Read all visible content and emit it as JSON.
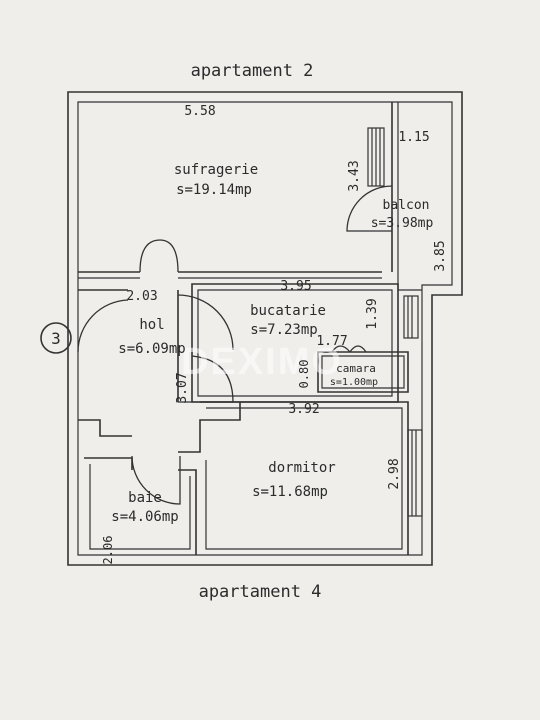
{
  "neighbors": {
    "top": "apartament 2",
    "bottom": "apartament 4"
  },
  "stair_number": "3",
  "watermark": "DEXIMO",
  "rooms": [
    {
      "id": "sufragerie",
      "name": "sufragerie",
      "area": "s=19.14mp"
    },
    {
      "id": "balcon",
      "name": "balcon",
      "area": "s=3.98mp"
    },
    {
      "id": "bucatarie",
      "name": "bucatarie",
      "area": "s=7.23mp"
    },
    {
      "id": "hol",
      "name": "hol",
      "area": "s=6.09mp"
    },
    {
      "id": "camara",
      "name": "camara",
      "area": "s=1.00mp"
    },
    {
      "id": "dormitor",
      "name": "dormitor",
      "area": "s=11.68mp"
    },
    {
      "id": "baie",
      "name": "baie",
      "area": "s=4.06mp"
    }
  ],
  "dimensions": {
    "sufragerie_width": "5.58",
    "sufragerie_height": "3.43",
    "balcon_width": "1.15",
    "balcon_height": "3.85",
    "bucatarie_width": "3.95",
    "bucatarie_height": "1.39",
    "camara_width": "1.77",
    "camara_height": "0.80",
    "hol_width": "2.03",
    "hol_height": "3.07",
    "dormitor_width": "3.92",
    "dormitor_height": "2.98",
    "baie_height": "2.06"
  }
}
